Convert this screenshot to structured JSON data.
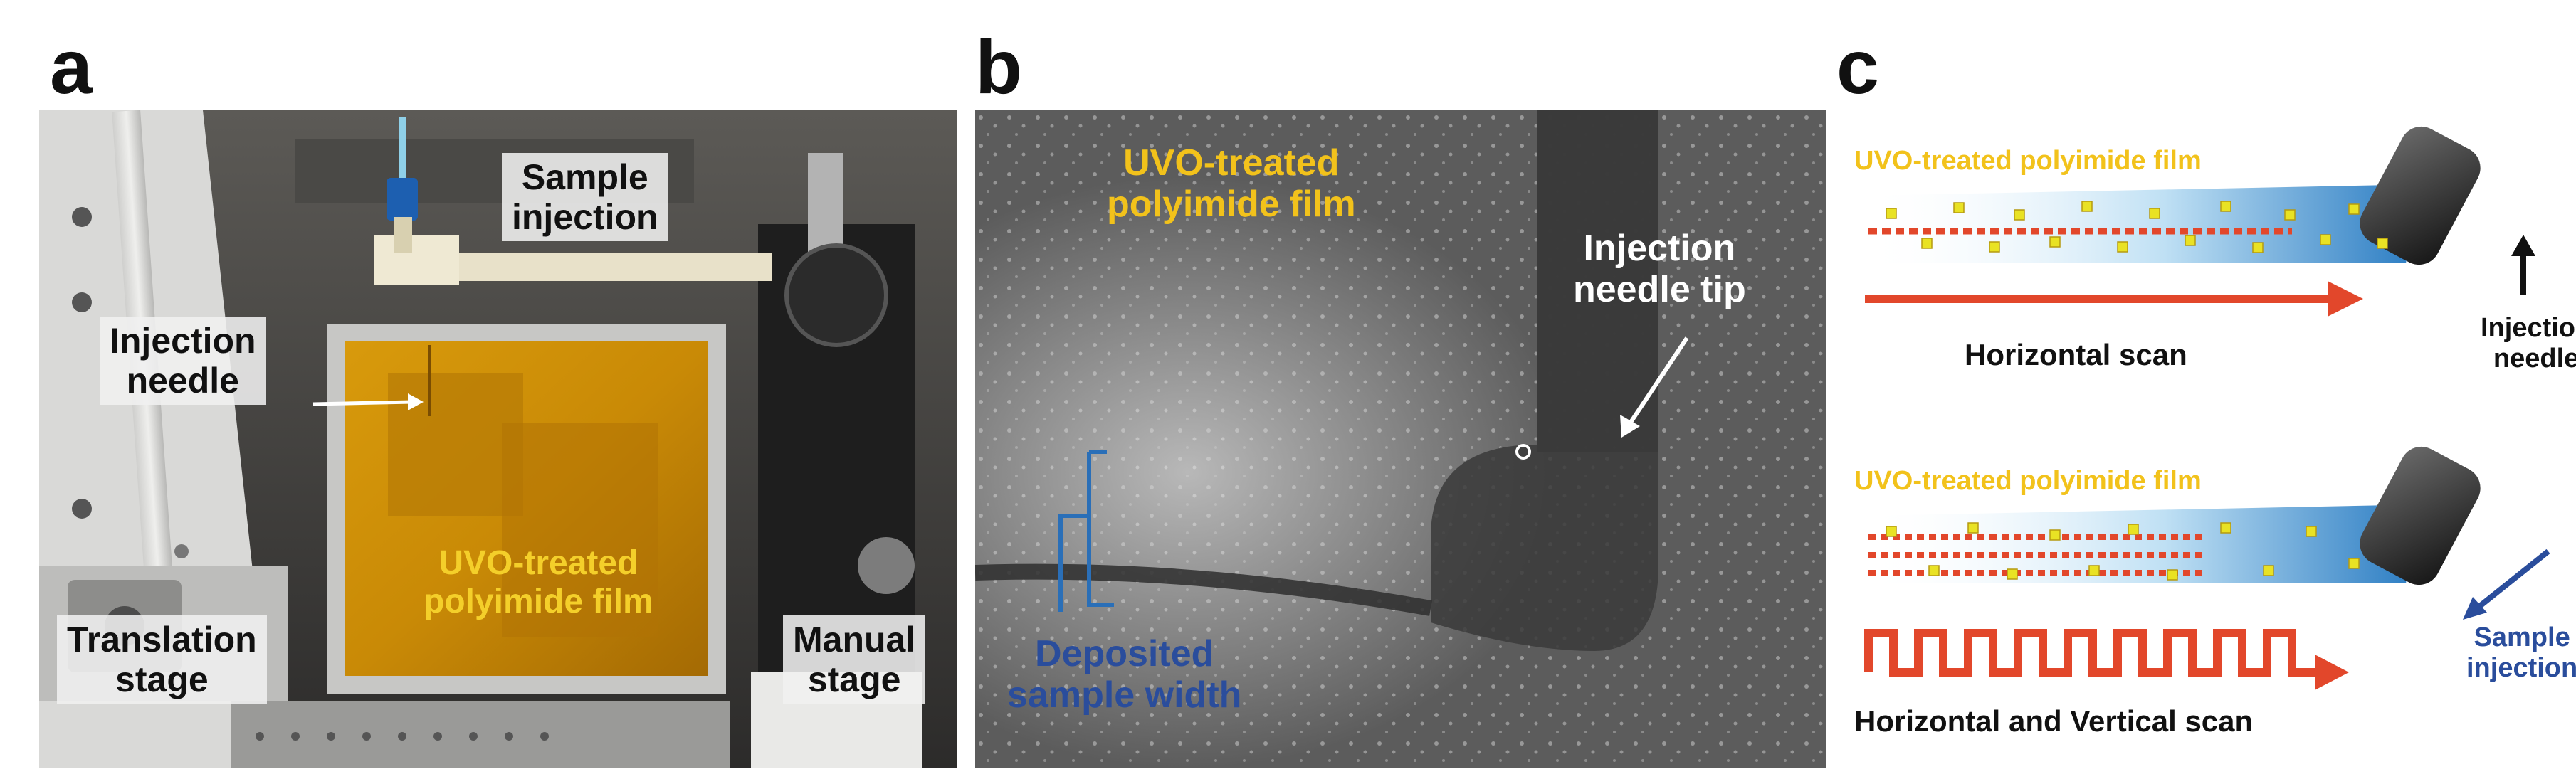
{
  "panels": {
    "a": {
      "letter": "a",
      "labels": {
        "sample_injection": "Sample\ninjection",
        "injection_needle": "Injection\nneedle",
        "film": "UVO-treated\npolyimide film",
        "translation_stage": "Translation\nstage",
        "manual_stage": "Manual\nstage"
      }
    },
    "b": {
      "letter": "b",
      "labels": {
        "film": "UVO-treated\npolyimide film",
        "needle_tip": "Injection\nneedle tip",
        "deposited_width": "Deposited\nsample width"
      }
    },
    "c": {
      "letter": "c",
      "top": {
        "film": "UVO-treated polyimide film",
        "scan": "Horizontal scan",
        "needle": "Injection\nneedle"
      },
      "bottom": {
        "film": "UVO-treated polyimide film",
        "scan": "Horizontal and Vertical scan",
        "injection": "Sample\ninjection"
      }
    }
  },
  "colors": {
    "yellow_label": "#f2c21b",
    "blue_label": "#2a4d9c",
    "scan_arrow": "#e2472b",
    "needle_blue": "#3a86c8"
  }
}
